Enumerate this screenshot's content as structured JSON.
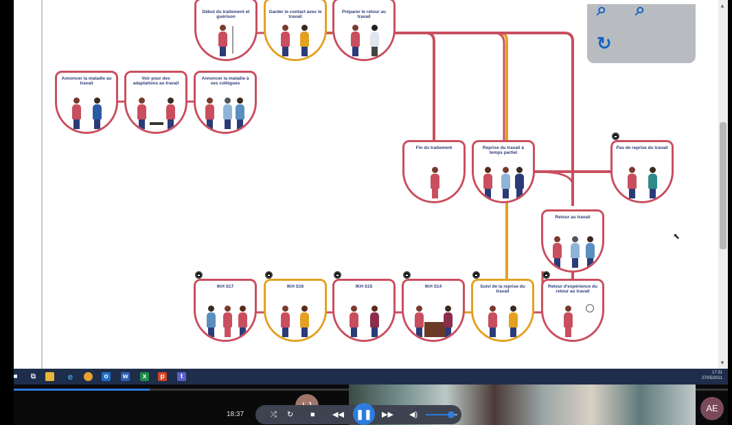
{
  "tools": {
    "zoom_in_icon": "magnifier-plus",
    "zoom_out_icon": "magnifier-minus",
    "reset_icon": "rotate"
  },
  "colors": {
    "card_border": "#c94e5e",
    "card_border_highlight": "#e3a11f",
    "line_red": "#c94e5e",
    "line_gold": "#e3a11f",
    "card_title": "#2b3b78",
    "accent": "#2d7de0"
  },
  "cards": [
    {
      "id": "debut",
      "title": "Début du traitement et guérison",
      "highlight": false,
      "lock": false
    },
    {
      "id": "garder",
      "title": "Garder le contact avec le travail",
      "highlight": true,
      "lock": false
    },
    {
      "id": "preparer",
      "title": "Préparer le retour au travail",
      "highlight": false,
      "lock": false
    },
    {
      "id": "annoncer-travail",
      "title": "Annoncer la maladie au travail",
      "highlight": false,
      "lock": false
    },
    {
      "id": "adaptations",
      "title": "Voir pour des adaptations au travail",
      "highlight": false,
      "lock": false
    },
    {
      "id": "annoncer-collegues",
      "title": "Annoncer la maladie à ses collègues",
      "highlight": false,
      "lock": false
    },
    {
      "id": "fin-traitement",
      "title": "Fin du traitement",
      "highlight": false,
      "lock": false
    },
    {
      "id": "reprise-partiel",
      "title": "Reprise du travail à temps partiel",
      "highlight": false,
      "lock": false
    },
    {
      "id": "pas-reprise",
      "title": "Pas de reprise du travail",
      "highlight": false,
      "lock": true
    },
    {
      "id": "retour-travail",
      "title": "Retour au travail",
      "highlight": false,
      "lock": false
    },
    {
      "id": "ikh-s17",
      "title": "IKH S17",
      "highlight": false,
      "lock": true
    },
    {
      "id": "ikh-s16",
      "title": "IKH S16",
      "highlight": true,
      "lock": true
    },
    {
      "id": "ikh-s15",
      "title": "IKH S15",
      "highlight": false,
      "lock": true
    },
    {
      "id": "ikh-s14",
      "title": "IKH S14",
      "highlight": false,
      "lock": true
    },
    {
      "id": "suivi",
      "title": "Suivi de la reprise du travail",
      "highlight": true,
      "lock": true
    },
    {
      "id": "retour-experience",
      "title": "Retour d'expérience du retour au travail",
      "highlight": false,
      "lock": true
    }
  ],
  "taskbar": {
    "icons": [
      "windows-icon",
      "task-view-icon",
      "file-explorer-icon",
      "edge-icon",
      "chrome-icon",
      "outlook-icon",
      "word-icon",
      "excel-icon",
      "powerpoint-icon",
      "teams-icon"
    ],
    "clock_time": "17:31",
    "clock_date": "27/05/2021"
  },
  "player": {
    "elapsed": "18:37",
    "progress": 0.19,
    "volume": 0.8,
    "participants": [
      {
        "initials": "LJ",
        "color": "#a0766a"
      },
      {
        "initials": "AE",
        "color": "#7a4a5a"
      }
    ]
  }
}
